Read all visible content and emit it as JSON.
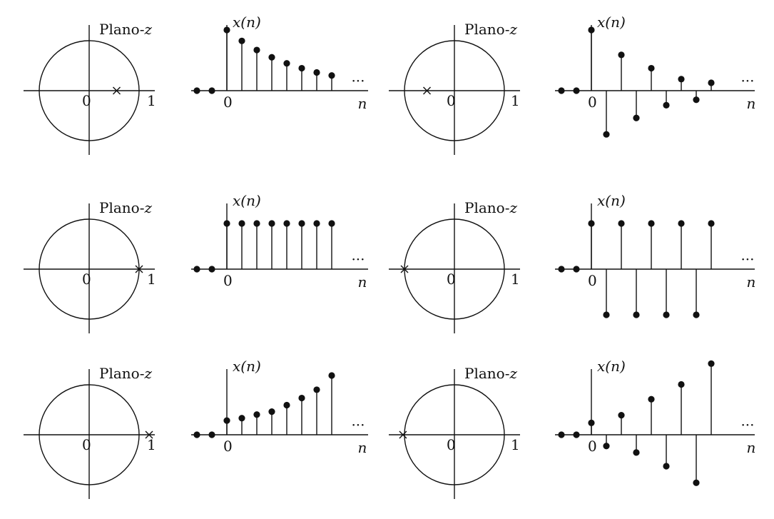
{
  "labels": {
    "plane_prefix": "Plano-",
    "plane_var": "z",
    "seq_label": "x(n)",
    "n_axis": "n",
    "zero": "0",
    "one": "1",
    "ellipsis": "···"
  },
  "rows": [
    {
      "left": {
        "pole": 0.55,
        "samples": [
          0,
          0,
          1.0,
          0.82,
          0.67,
          0.55,
          0.45,
          0.37,
          0.3,
          0.25
        ]
      },
      "right": {
        "pole": -0.55,
        "samples": [
          0,
          0,
          1.0,
          -0.72,
          0.59,
          -0.45,
          0.37,
          -0.24,
          0.19,
          -0.15,
          0.13
        ]
      }
    },
    {
      "left": {
        "pole": 1.0,
        "samples": [
          0,
          0,
          1,
          1,
          1,
          1,
          1,
          1,
          1,
          1
        ]
      },
      "right": {
        "pole": -1.0,
        "samples": [
          0,
          0,
          1,
          -1,
          1,
          -1,
          1,
          -1,
          1,
          -1,
          1
        ]
      }
    },
    {
      "left": {
        "pole": 1.2,
        "samples": [
          0,
          0,
          0.24,
          0.28,
          0.34,
          0.39,
          0.5,
          0.62,
          0.76,
          1.0
        ]
      },
      "right": {
        "pole": -1.03,
        "samples": [
          0,
          0,
          0.2,
          -0.19,
          0.33,
          -0.3,
          0.6,
          -0.53,
          0.85,
          -0.81,
          1.2
        ]
      }
    }
  ]
}
